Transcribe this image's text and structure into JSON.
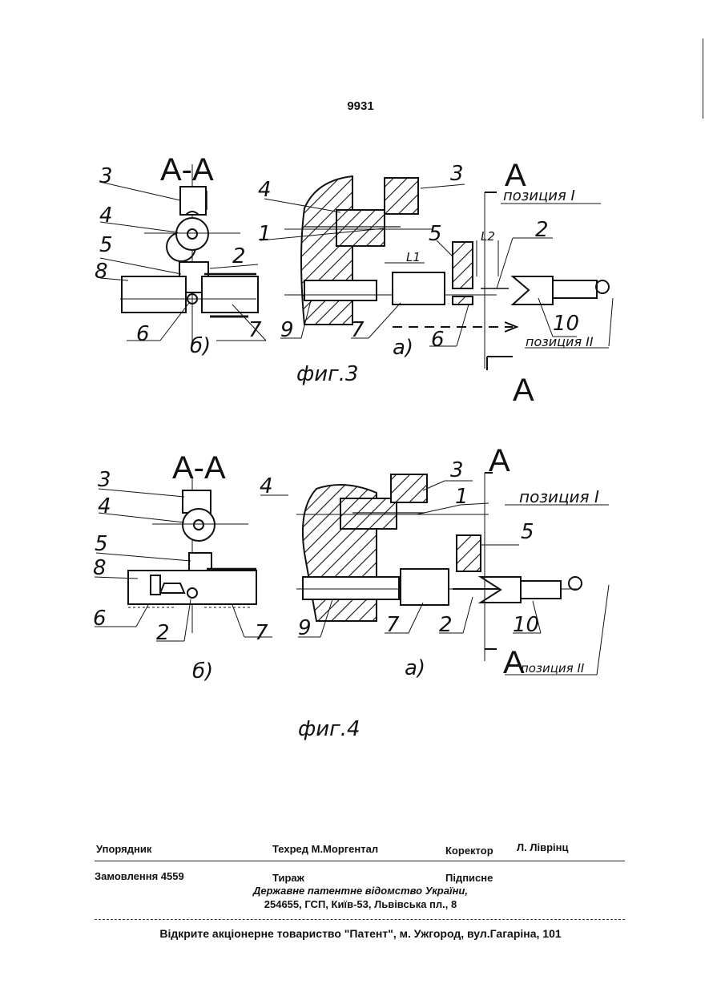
{
  "page_number": "9931",
  "fig3": {
    "caption": "фиг.3",
    "section_title": "А-А",
    "section_mark": "А",
    "view_b": "б)",
    "view_a": "а)",
    "positions": [
      "позиция I",
      "позиция II"
    ],
    "dims": [
      "L1",
      "L2"
    ],
    "labels_left": [
      "3",
      "4",
      "5",
      "8",
      "2",
      "6",
      "7"
    ],
    "labels_right": [
      "4",
      "1",
      "3",
      "5",
      "2",
      "9",
      "7",
      "6",
      "10"
    ]
  },
  "fig4": {
    "caption": "фиг.4",
    "section_title": "А-А",
    "section_mark": "А",
    "view_b": "б)",
    "view_a": "а)",
    "positions": [
      "позиция I",
      "позиция II"
    ],
    "labels_left": [
      "3",
      "4",
      "5",
      "8",
      "6",
      "2",
      "7"
    ],
    "labels_right": [
      "4",
      "3",
      "1",
      "5",
      "9",
      "7",
      "2",
      "10"
    ]
  },
  "footer": {
    "compiler_label": "Упорядник",
    "techred": "Техред М.Моргентал",
    "corrector_label": "Коректор",
    "corrector_name": "Л. Ліврінц",
    "order": "Замовлення 4559",
    "circulation": "Тираж",
    "subscription": "Підписне",
    "office_line1": "Державне патентне відомство України,",
    "office_line2": "254655, ГСП, Київ-53, Львівська пл., 8",
    "printer": "Відкрите акціонерне товариство \"Патент\", м. Ужгород, вул.Гагаріна, 101"
  }
}
